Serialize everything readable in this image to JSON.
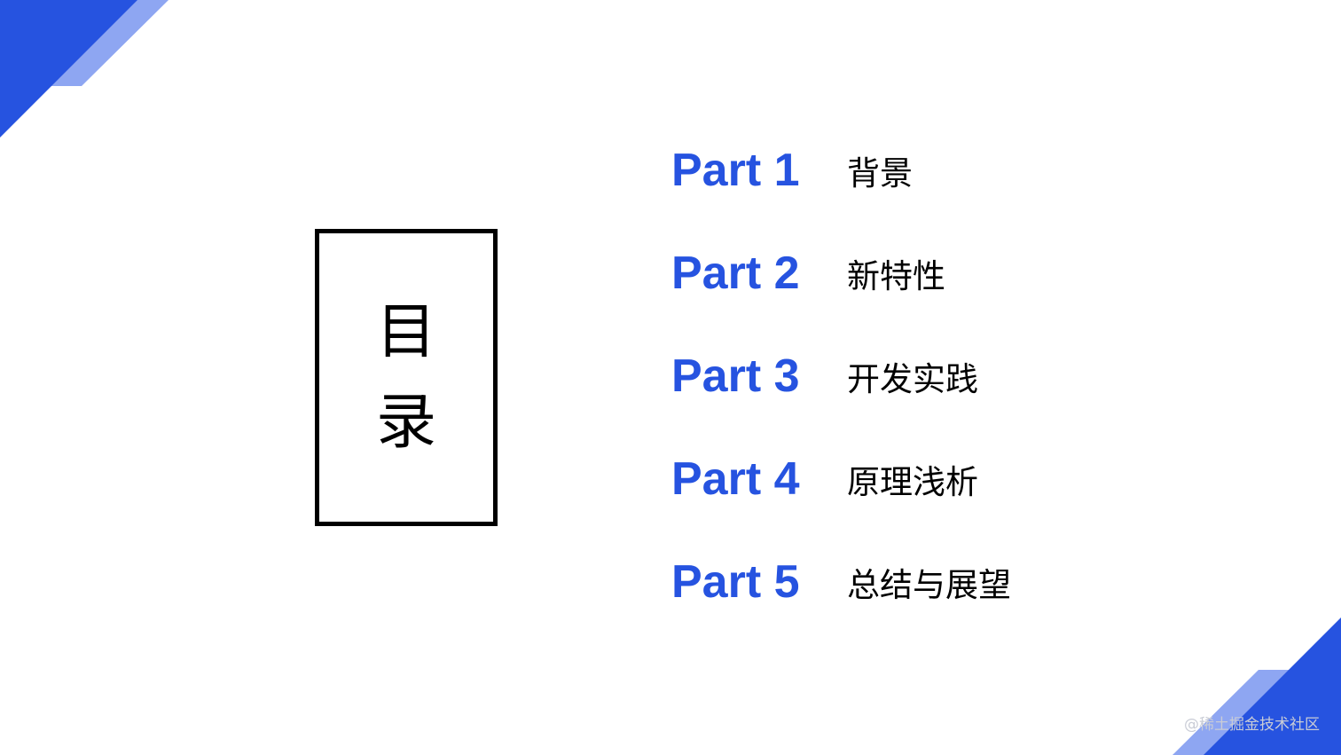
{
  "toc": {
    "chars": [
      "目",
      "录"
    ]
  },
  "parts": [
    {
      "label": "Part 1",
      "title": "背景"
    },
    {
      "label": "Part 2",
      "title": "新特性"
    },
    {
      "label": "Part 3",
      "title": "开发实践"
    },
    {
      "label": "Part 4",
      "title": "原理浅析"
    },
    {
      "label": "Part 5",
      "title": "总结与展望"
    }
  ],
  "watermark": "@稀土掘金技术社区",
  "colors": {
    "accent": "#2653e0",
    "accent_light": "#8ea6f2",
    "text": "#000000",
    "background": "#ffffff"
  }
}
